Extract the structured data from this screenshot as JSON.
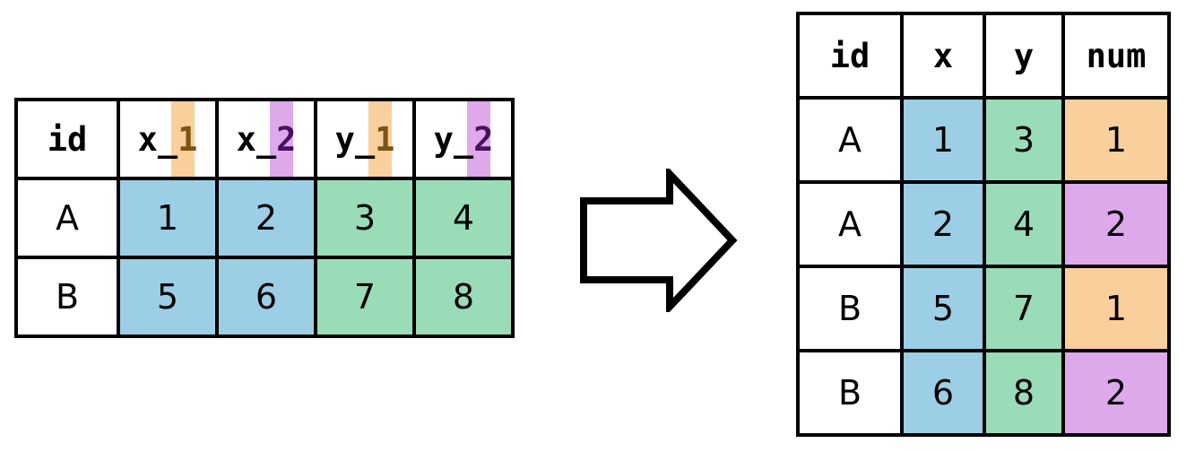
{
  "diagram": {
    "title": "wide-to-long pivot diagram",
    "arrow": {
      "icon": "right-arrow-icon",
      "direction": "right"
    }
  },
  "colors": {
    "blue": "#9CCFE5",
    "green": "#99DCB7",
    "orange": "#F9D09B",
    "purple": "#DEA9EB",
    "digit_orange_text": "#7A5413",
    "digit_purple_text": "#4A1060",
    "border": "#000000",
    "background": "#FFFFFF"
  },
  "wide_table": {
    "name": "wide-format-source-table",
    "headers": [
      {
        "base": "id",
        "suffix": "",
        "highlight": "none"
      },
      {
        "base": "x_",
        "suffix": "1",
        "highlight": "orange"
      },
      {
        "base": "x_",
        "suffix": "2",
        "highlight": "purple"
      },
      {
        "base": "y_",
        "suffix": "1",
        "highlight": "orange"
      },
      {
        "base": "y_",
        "suffix": "2",
        "highlight": "purple"
      }
    ],
    "rows": [
      {
        "id": "A",
        "x_1": "1",
        "x_2": "2",
        "y_1": "3",
        "y_2": "4"
      },
      {
        "id": "B",
        "x_1": "5",
        "x_2": "6",
        "y_1": "7",
        "y_2": "8"
      }
    ]
  },
  "long_table": {
    "name": "long-format-result-table",
    "headers": [
      "id",
      "x",
      "y",
      "num"
    ],
    "rows": [
      {
        "id": "A",
        "x": "1",
        "y": "3",
        "num": "1",
        "num_fill": "orange"
      },
      {
        "id": "A",
        "x": "2",
        "y": "4",
        "num": "2",
        "num_fill": "purple"
      },
      {
        "id": "B",
        "x": "5",
        "y": "7",
        "num": "1",
        "num_fill": "orange"
      },
      {
        "id": "B",
        "x": "6",
        "y": "8",
        "num": "2",
        "num_fill": "purple"
      }
    ]
  }
}
